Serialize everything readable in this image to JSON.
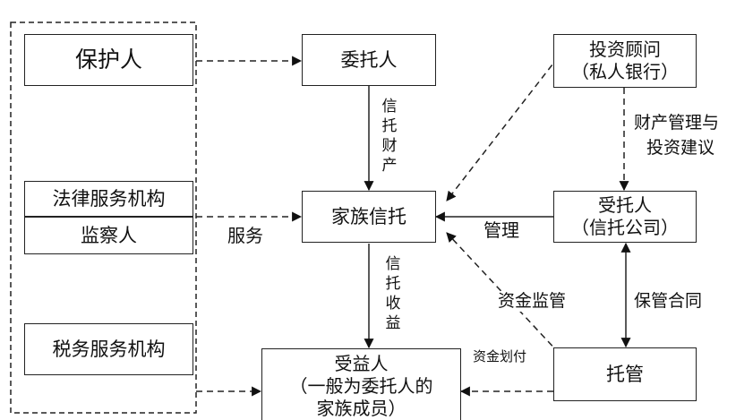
{
  "diagram": {
    "nodes": {
      "protector": {
        "label": "保护人"
      },
      "legal_services": {
        "label": "法律服务机构"
      },
      "supervisor": {
        "label": "监察人"
      },
      "tax_services": {
        "label": "税务服务机构"
      },
      "settlor": {
        "label": "委托人"
      },
      "family_trust": {
        "label": "家族信托"
      },
      "beneficiary": {
        "line1": "受益人",
        "line2": "（一般为委托人的",
        "line3": "家族成员）"
      },
      "advisor": {
        "line1": "投资顾问",
        "line2": "（私人银行）"
      },
      "trustee": {
        "line1": "受托人",
        "line2": "（信托公司）"
      },
      "custody": {
        "label": "托管"
      }
    },
    "edges": {
      "trust_property": {
        "chars": [
          "信",
          "托",
          "财",
          "产"
        ]
      },
      "trust_income": {
        "chars": [
          "信",
          "托",
          "收",
          "益"
        ]
      },
      "services": "服务",
      "management": "管理",
      "wealth_management": {
        "line1": "财产管理与",
        "line2": "投资建议"
      },
      "fund_supervision": "资金监管",
      "custody_contract": "保管合同",
      "fund_transfer": "资金划付"
    },
    "colors": {
      "stroke": "#222222",
      "text": "#111111",
      "background": "#ffffff"
    }
  }
}
